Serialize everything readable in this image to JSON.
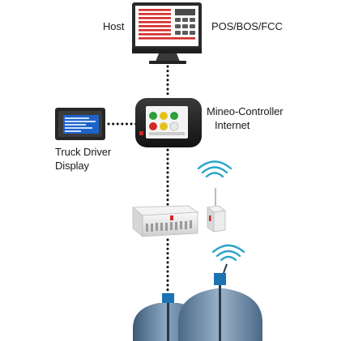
{
  "labels": {
    "host": "Host",
    "pos_bos_fcc": "POS/BOS/FCC",
    "controller": "Mineo-Controller",
    "internet": "Internet",
    "truck_line1": "Truck Driver",
    "truck_line2": "Display"
  },
  "colors": {
    "host_screen_stripes": "#d62b2b",
    "monitor_body": "#222222",
    "dotted_link": "#111111",
    "wifi_signal": "#2aa5c9",
    "tank": "#5f7f9e",
    "probe_cap": "#1c73b4",
    "truck_display_screen": "#1e63c9"
  },
  "icons": [
    "host-monitor-icon",
    "keypad-icon",
    "controller-device-icon",
    "truck-display-icon",
    "wifi-icon",
    "router-icon",
    "io-module-icon",
    "tank-icon",
    "probe-icon"
  ]
}
